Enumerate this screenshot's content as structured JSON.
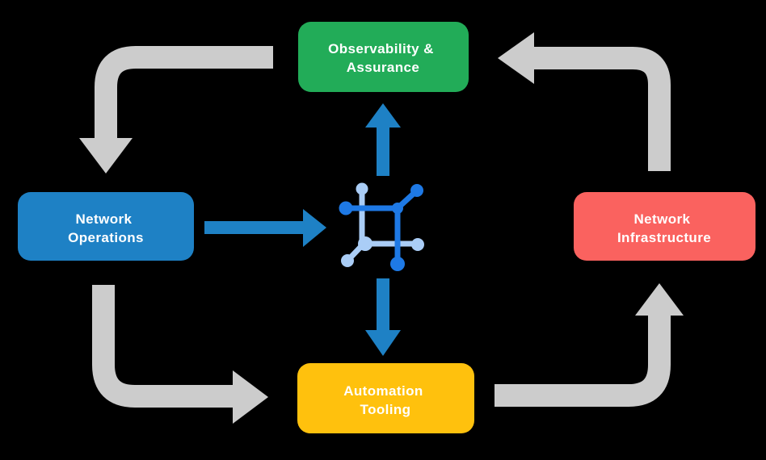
{
  "colors": {
    "background": "#000000",
    "text": "#ffffff",
    "cycle_arrow": "#cccccc",
    "flow_arrow": "#1e81c5",
    "icon_dark": "#1e79e5",
    "icon_light": "#aacdf6"
  },
  "nodes": [
    {
      "id": "observability-assurance",
      "lines": [
        "Observability &",
        "Assurance"
      ],
      "color": "#22ac58"
    },
    {
      "id": "network-operations",
      "lines": [
        "Network",
        "Operations"
      ],
      "color": "#1e81c5"
    },
    {
      "id": "network-infrastructure",
      "lines": [
        "Network",
        "Infrastructure"
      ],
      "color": "#fa625f"
    },
    {
      "id": "automation-tooling",
      "lines": [
        "Automation",
        "Tooling"
      ],
      "color": "#ffc10d"
    }
  ],
  "center_icon": {
    "name": "network-mesh-icon"
  },
  "arrows": {
    "cycle": [
      {
        "from": "Observability & Assurance",
        "to": "Network Operations"
      },
      {
        "from": "Network Operations",
        "to": "Automation Tooling"
      },
      {
        "from": "Automation Tooling",
        "to": "Network Infrastructure"
      },
      {
        "from": "Network Infrastructure",
        "to": "Observability & Assurance"
      }
    ],
    "flows": [
      {
        "from": "Network Operations",
        "to": "network-mesh-icon"
      },
      {
        "from": "network-mesh-icon",
        "to": "Observability & Assurance"
      },
      {
        "from": "network-mesh-icon",
        "to": "Automation Tooling"
      }
    ]
  }
}
